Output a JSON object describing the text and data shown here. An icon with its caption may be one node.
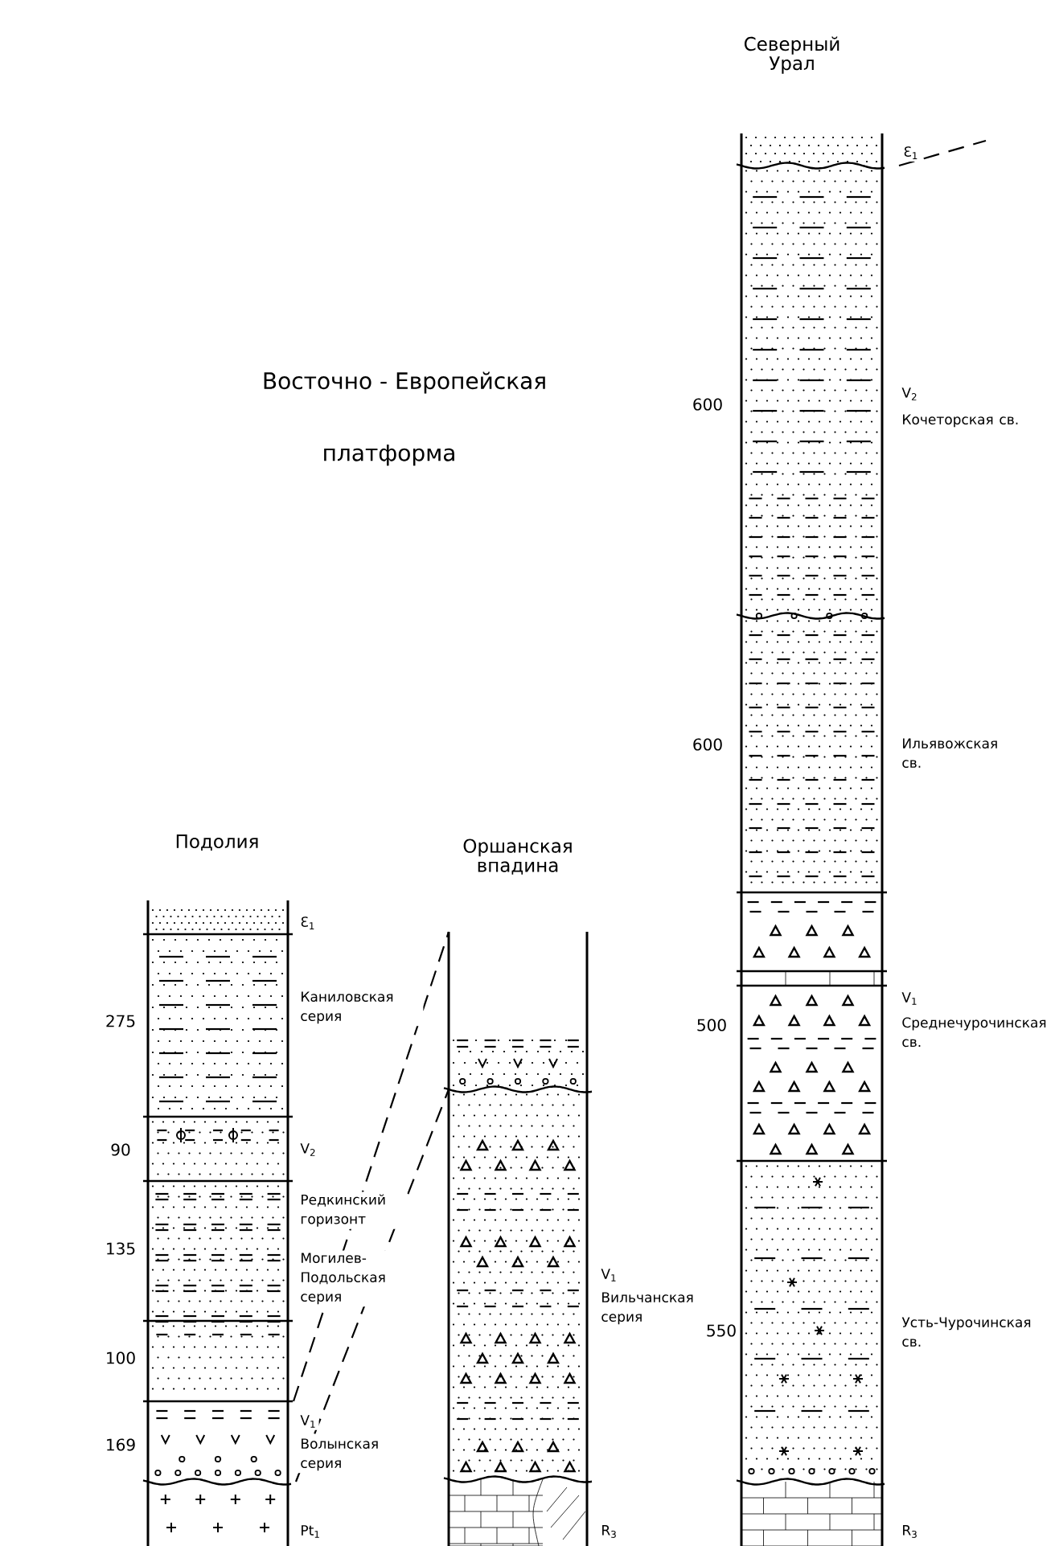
{
  "diagram": {
    "labels": [
      "Северный Урал",
      "Ɛ$_{1}$",
      "Восточно - Европейская",
      "платформа",
      "600",
      "V$_{2}$",
      "Кочеторская св.",
      "600",
      "Ильявожская св.",
      "Подолия",
      "Оршанская впадина",
      "Ɛ$_{1}$",
      "275",
      "Каниловская серия",
      "500",
      "V$_{1}$",
      "Среднечурочинская св.",
      "90",
      "V$_{2}$",
      "Редкинский горизонт",
      "135",
      "Могилев-Подольская серия",
      "V$_{1}$",
      "Вильчанская серия",
      "550",
      "Усть-Чурочинская св.",
      "100",
      "169",
      "V$_{1}$",
      "Волынская серия",
      "Pt$_{1}$",
      "R$_{3}$",
      "R$_{3}$"
    ]
  }
}
